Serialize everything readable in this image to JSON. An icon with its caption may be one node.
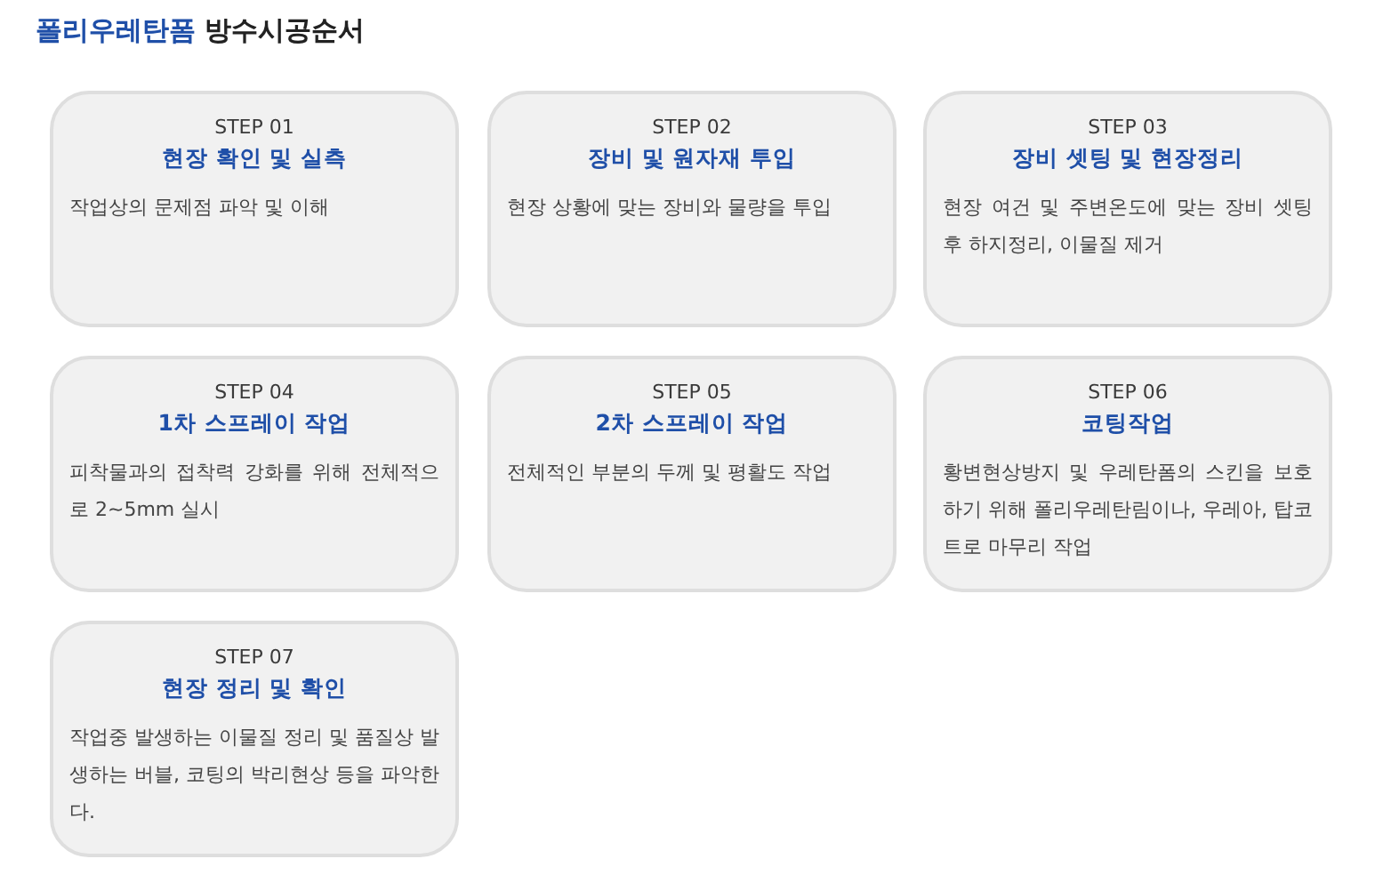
{
  "diagram": {
    "title": "폴리우레탄폼 방수시공순서",
    "nodes": [
      {
        "text": [
          "STEP 01",
          "현장 확인 및 실측",
          "작업상의 문제점 파악 및 이해"
        ]
      },
      {
        "text": [
          "STEP 02",
          "장비 및 원자재 투입",
          "현장 상황에 맞는 장비와 물량을 투입"
        ]
      },
      {
        "text": [
          "STEP 03",
          "장비 셋팅 및 현장정리",
          "현장 여건 및 주변온도에 맞는 장비 셋팅 후 하지정리, 이물질 제거"
        ]
      },
      {
        "text": [
          "STEP 04",
          "1차 스프레이 작업",
          "피착물과의 접착력 강화를 위해 전체적으로 2~5mm 실시"
        ]
      },
      {
        "text": [
          "STEP 05",
          "2차 스프레이 작업",
          "전체적인 부분의 두께 및 평활도 작업"
        ]
      },
      {
        "text": [
          "STEP 06",
          "코팅작업",
          "황변현상방지 및 우레탄폼의 스킨을 보호하기 위해 폴리우레탄림이나, 우레아, 탑코트로 마무리 작업"
        ]
      },
      {
        "text": [
          "STEP 07",
          "현장 정리 및 확인",
          "작업중 발생하는 이물질 정리 및 품질상 발생하는 버블, 코팅의 박리현상 등을 파악한다."
        ]
      }
    ]
  }
}
